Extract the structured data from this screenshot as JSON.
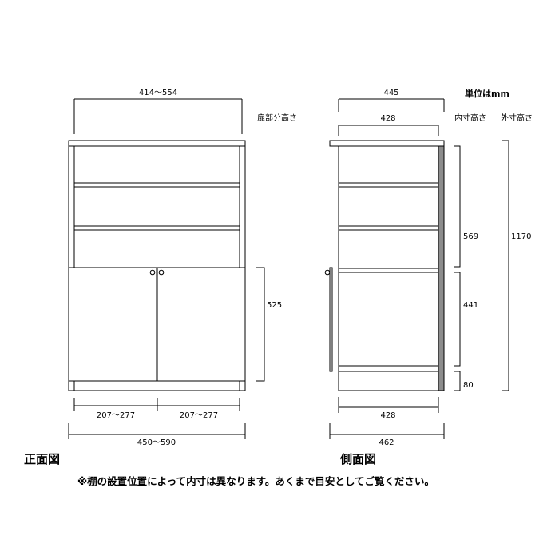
{
  "unit_label": "単位はmm",
  "front": {
    "top_width": "414～554",
    "door_height_header": "扉部分高さ",
    "door_height": "525",
    "door_left_width": "207～277",
    "door_right_width": "207～277",
    "total_width": "450～590",
    "view_label": "正面図"
  },
  "side": {
    "depth_outer_top": "445",
    "depth_inner_top": "428",
    "inner_height_header": "内寸高さ",
    "outer_height_header": "外寸高さ",
    "upper_inner_height": "569",
    "lower_inner_height": "441",
    "plinth_height": "80",
    "outer_height": "1170",
    "depth_inner_bottom": "428",
    "depth_outer_bottom": "462",
    "view_label": "側面図"
  },
  "note": "※棚の設置位置によって内寸は異なります。あくまで目安としてご覧ください。",
  "colors": {
    "line": "#000000",
    "back_panel": "#8c8c8c"
  }
}
